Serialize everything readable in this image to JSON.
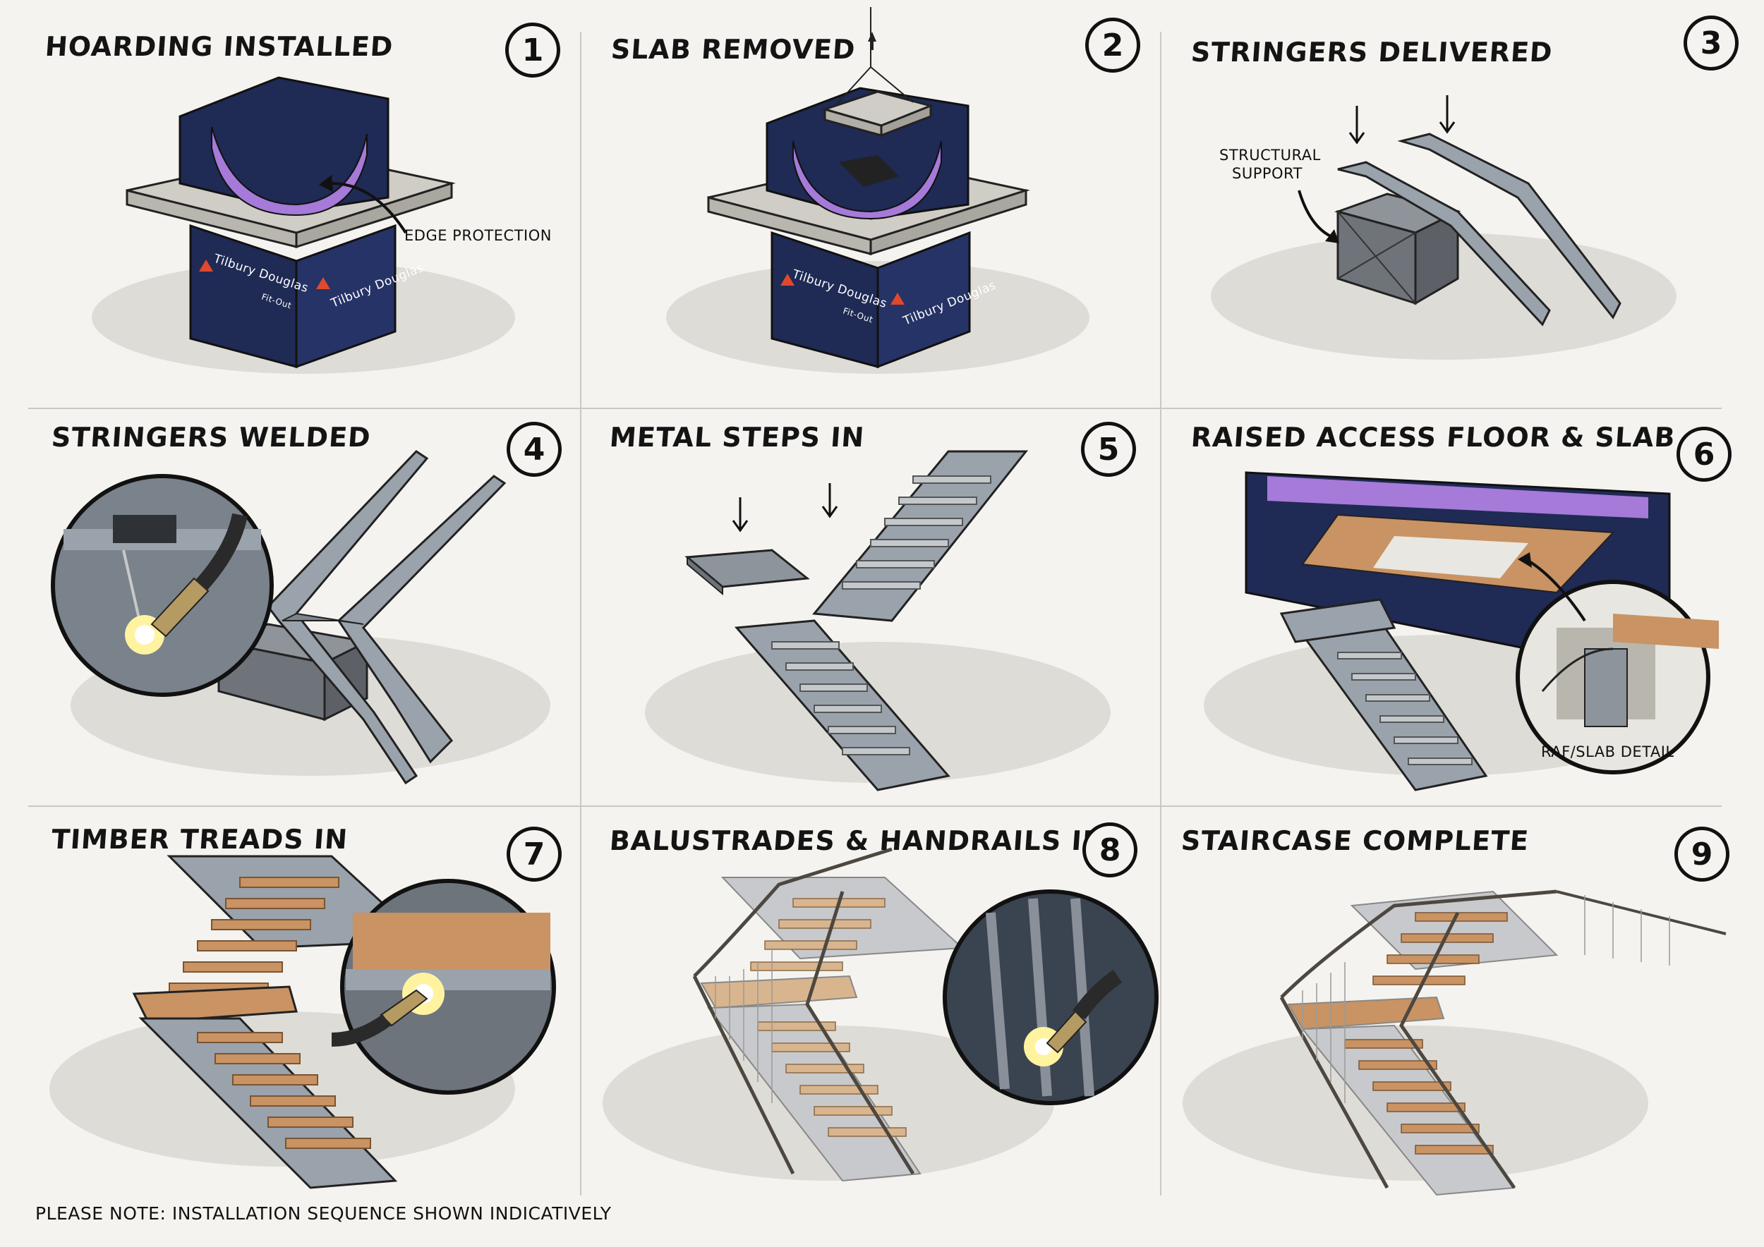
{
  "panels": [
    {
      "number": "1",
      "title": "HOARDING INSTALLED",
      "callout": "EDGE PROTECTION",
      "brand": "Tilbury Douglas",
      "brand_sub": "Fit-Out"
    },
    {
      "number": "2",
      "title": "SLAB REMOVED",
      "brand": "Tilbury Douglas",
      "brand_sub": "Fit-Out"
    },
    {
      "number": "3",
      "title": "STRINGERS DELIVERED",
      "callout_line1": "STRUCTURAL",
      "callout_line2": "SUPPORT"
    },
    {
      "number": "4",
      "title": "STRINGERS WELDED"
    },
    {
      "number": "5",
      "title": "METAL STEPS IN"
    },
    {
      "number": "6",
      "title": "RAISED ACCESS FLOOR & SLAB",
      "callout": "RAF/SLAB DETAIL"
    },
    {
      "number": "7",
      "title": "TIMBER TREADS IN"
    },
    {
      "number": "8",
      "title": "BALUSTRADES & HANDRAILS IN"
    },
    {
      "number": "9",
      "title": "STAIRCASE COMPLETE"
    }
  ],
  "footer_note": "PLEASE NOTE: INSTALLATION SEQUENCE SHOWN INDICATIVELY",
  "colors": {
    "background": "#f4f3ef",
    "hoarding": "#1f2a55",
    "edge_protection": "#a57ad8",
    "steel": "#9aa2ab",
    "timber": "#c99363",
    "slab": "#cfcdc6",
    "accent": "#e0492b"
  }
}
